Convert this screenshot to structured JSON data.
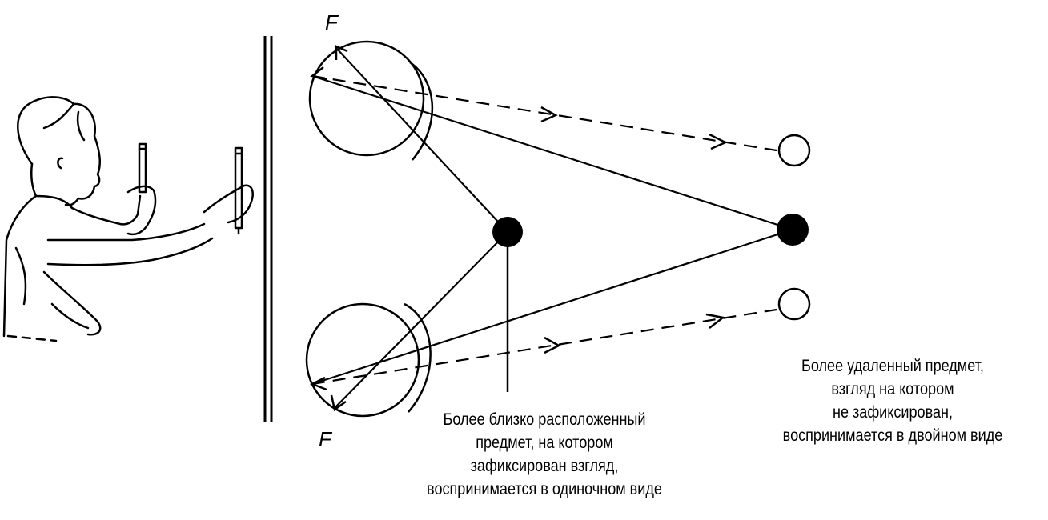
{
  "labels": {
    "focus_top": "F",
    "focus_bottom": "F"
  },
  "captions": {
    "near_object": [
      "Более близко расположенный",
      "предмет, на котором",
      "зафиксирован взгляд,",
      "воспринимается в одиночном виде"
    ],
    "far_object": [
      "Более удаленный предмет,",
      "взгляд на котором",
      "не зафиксирован,",
      "воспринимается в двойном виде"
    ]
  },
  "colors": {
    "ink": "#000000",
    "background": "#ffffff"
  }
}
